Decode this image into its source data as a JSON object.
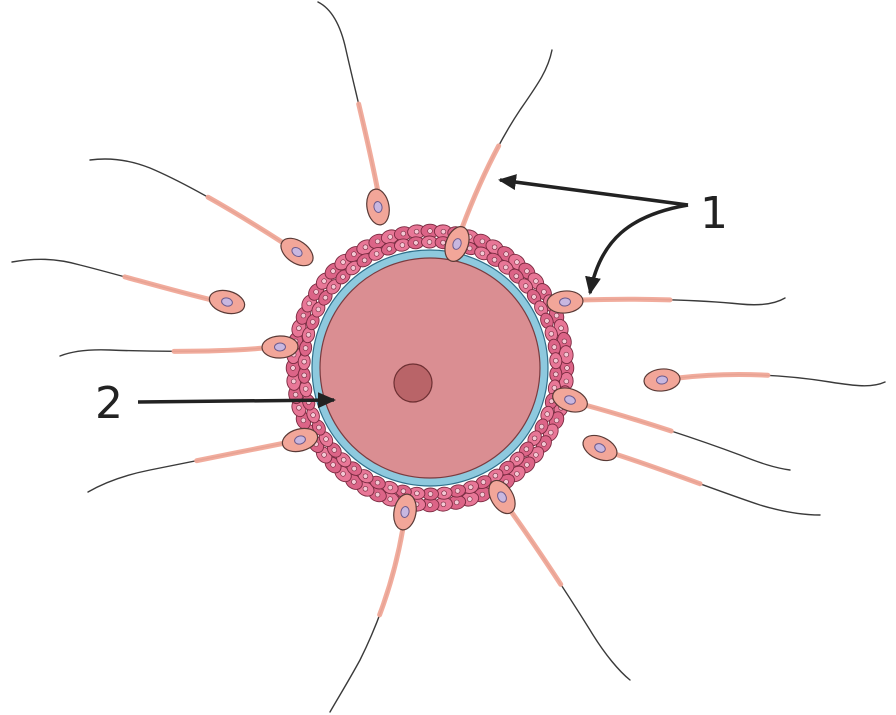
{
  "diagram": {
    "labels": [
      {
        "id": "label-1",
        "text": "1"
      },
      {
        "id": "label-2",
        "text": "2"
      }
    ],
    "colors": {
      "egg_cytoplasm": "#da8e92",
      "egg_nucleus": "#b96468",
      "zona_pellucida": "#8ec9de",
      "corona_cells": "#e06c8c",
      "sperm_head": "#f2a699",
      "sperm_nucleus": "#c8b7e0",
      "tail": "#3a3a3a",
      "arrow": "#222222"
    }
  }
}
